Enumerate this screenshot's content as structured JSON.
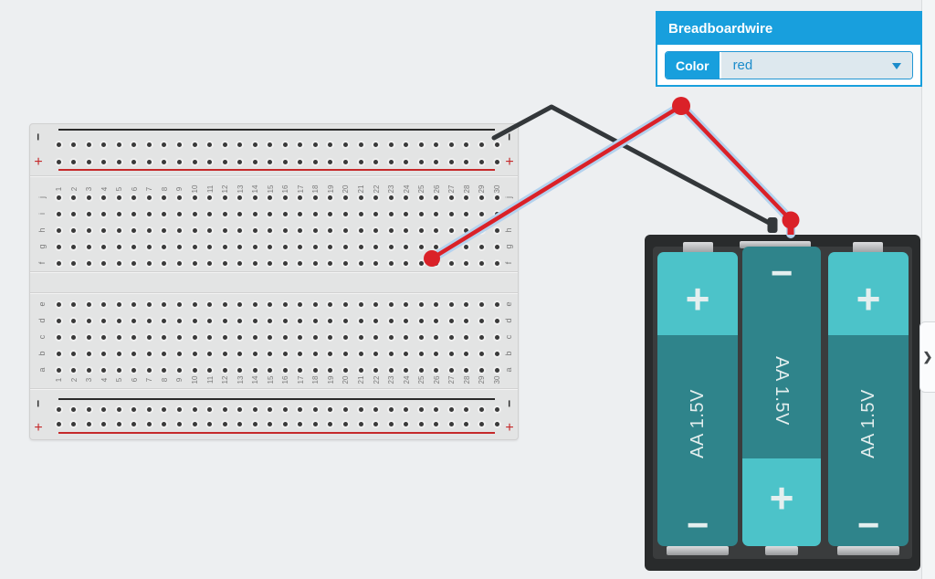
{
  "colors": {
    "accent_blue": "#189fdd",
    "wire_red": "#da2128",
    "wire_black": "#33373a",
    "selection_halo": "#b4d2ee",
    "battery_teal_light": "#4cc3c9",
    "battery_teal_dark": "#2f848b",
    "rail_red": "#c5292a",
    "rail_black": "#2a2a2a"
  },
  "inspector": {
    "title": "Breadboardwire",
    "color_label": "Color",
    "color_value": "red"
  },
  "right_panel": {
    "toggle_chevron": "❯"
  },
  "breadboard": {
    "column_labels": [
      "1",
      "2",
      "3",
      "4",
      "5",
      "6",
      "7",
      "8",
      "9",
      "10",
      "11",
      "12",
      "13",
      "14",
      "15",
      "16",
      "17",
      "18",
      "19",
      "20",
      "21",
      "22",
      "23",
      "24",
      "25",
      "26",
      "27",
      "28",
      "29",
      "30"
    ],
    "row_letters_top": [
      "j",
      "i",
      "h",
      "g",
      "f"
    ],
    "row_letters_bottom": [
      "e",
      "d",
      "c",
      "b",
      "a"
    ],
    "rail_plus": "+",
    "rail_minus": "−"
  },
  "battery_pack": {
    "batteries": [
      {
        "label": "AA 1.5V",
        "top_terminal": "+",
        "bottom_terminal": "−"
      },
      {
        "label": "AA 1.5V",
        "top_terminal": "−",
        "bottom_terminal": "+"
      },
      {
        "label": "AA 1.5V",
        "top_terminal": "+",
        "bottom_terminal": "−"
      }
    ]
  }
}
